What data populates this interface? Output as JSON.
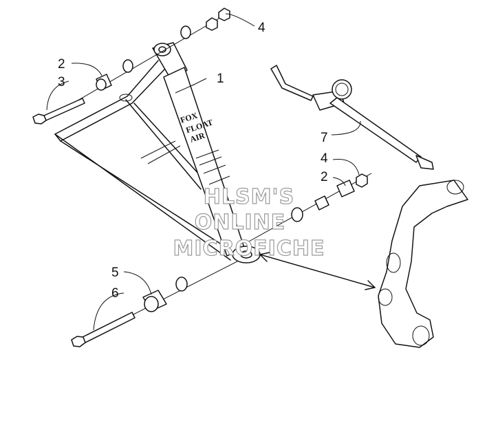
{
  "callouts": {
    "c1": "1",
    "c2_upper": "2",
    "c3": "3",
    "c4_upper": "4",
    "c4_lower": "4",
    "c2_lower": "2",
    "c5": "5",
    "c6": "6",
    "c7": "7"
  },
  "shock_brand": {
    "line1": "FOX",
    "line2": "FLOAT",
    "line3": "AIR"
  },
  "watermark": {
    "line1": "HLSM'S",
    "line2": "ONLINE",
    "line3": "MICROFICHE"
  }
}
